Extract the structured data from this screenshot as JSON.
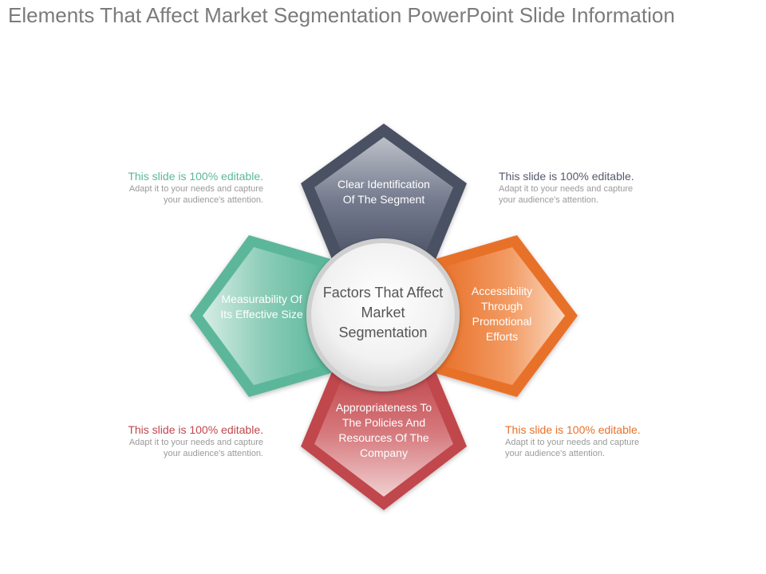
{
  "title": "Elements That Affect Market Segmentation PowerPoint Slide Information",
  "center": {
    "label": "Factors That Affect Market Segmentation"
  },
  "petals": {
    "top": {
      "label": "Clear Identification Of The Segment",
      "color": "#4a5164"
    },
    "right": {
      "label": "Accessibility Through Promotional Efforts",
      "color": "#e8712a"
    },
    "bottom": {
      "label": "Appropriateness To The Policies And Resources Of The Company",
      "color": "#c0474c"
    },
    "left": {
      "label": "Measurability Of Its Effective Size",
      "color": "#5bb79a"
    }
  },
  "notes": {
    "top_left": {
      "heading": "This slide is 100% editable.",
      "body_line1": "Adapt it to your needs and capture",
      "body_line2": "your audience's attention.",
      "color": "#5bb79a"
    },
    "top_right": {
      "heading": "This slide is 100% editable.",
      "body_line1": "Adapt it to your needs and capture",
      "body_line2": "your audience's attention.",
      "color": "#555a6b"
    },
    "bottom_left": {
      "heading": "This slide is 100% editable.",
      "body_line1": "Adapt it to your needs and capture",
      "body_line2": "your audience's attention.",
      "color": "#c0474c"
    },
    "bottom_right": {
      "heading": "This slide is 100% editable.",
      "body_line1": "Adapt it to your needs and capture",
      "body_line2": "your audience's attention.",
      "color": "#e8712a"
    }
  }
}
